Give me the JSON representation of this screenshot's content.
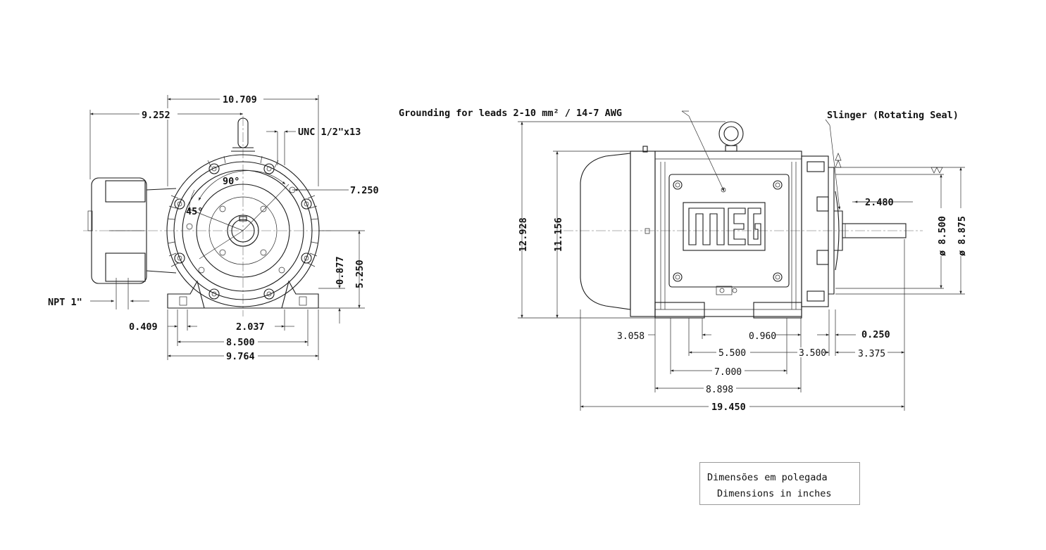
{
  "front_view": {
    "dims": {
      "d_10_709": "10.709",
      "d_9_252": "9.252",
      "d_unc": "UNC 1/2\"x13",
      "d_7_250": "7.250",
      "d_90": "90°",
      "d_45": "45°",
      "d_0_877": "0.877",
      "d_5_250": "5.250",
      "d_npt": "NPT 1\"",
      "d_0_409": "0.409",
      "d_2_037": "2.037",
      "d_8_500": "8.500",
      "d_9_764": "9.764"
    }
  },
  "side_view": {
    "labels": {
      "grounding": "Grounding for leads 2-10 mm² / 14-7 AWG",
      "slinger": "Slinger (Rotating Seal)",
      "logo": "WEG"
    },
    "dims": {
      "d_12_928": "12.928",
      "d_11_156": "11.156",
      "d_2_480": "2.480",
      "d_dia_8_500": "ø 8.500",
      "d_dia_8_875": "ø 8.875",
      "d_3_058": "3.058",
      "d_0_960": "0.960",
      "d_0_250": "0.250",
      "d_5_500": "5.500",
      "d_3_500": "3.500",
      "d_3_375": "3.375",
      "d_7_000": "7.000",
      "d_8_898": "8.898",
      "d_19_450": "19.450"
    }
  },
  "note": {
    "line1": "Dimensões em polegada",
    "line2": "Dimensions in inches"
  }
}
